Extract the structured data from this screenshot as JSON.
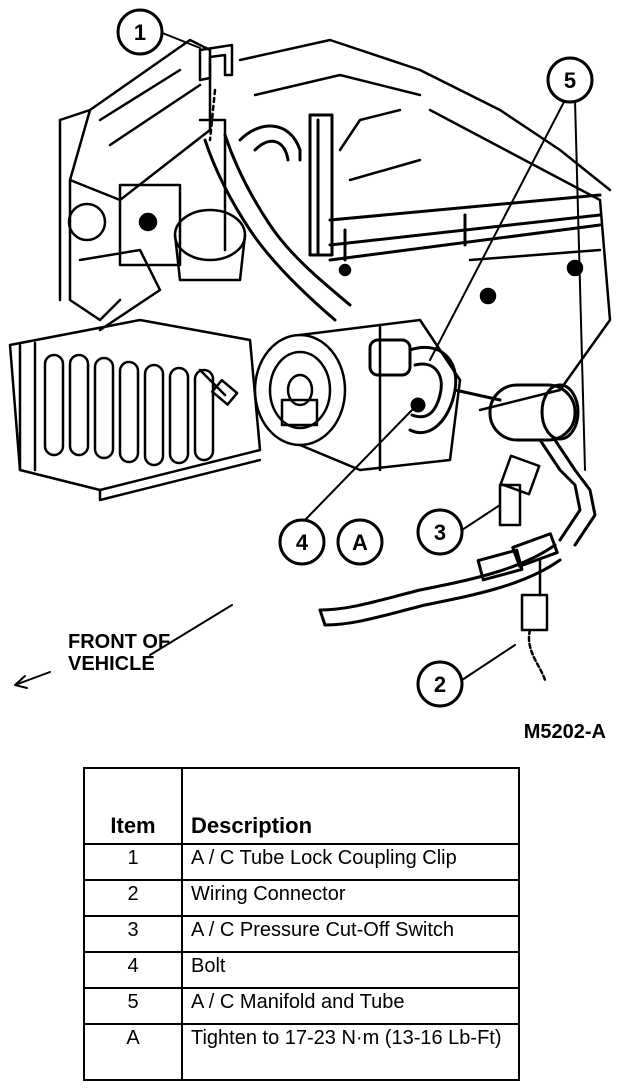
{
  "diagram": {
    "callouts": [
      "1",
      "2",
      "3",
      "4",
      "5",
      "A"
    ],
    "front_label_line1": "FRONT OF",
    "front_label_line2": "VEHICLE",
    "figure_id": "M5202-A"
  },
  "table": {
    "headers": {
      "item": "Item",
      "description": "Description"
    },
    "rows": [
      {
        "item": "1",
        "description": "A / C Tube Lock Coupling Clip"
      },
      {
        "item": "2",
        "description": "Wiring Connector"
      },
      {
        "item": "3",
        "description": "A / C Pressure Cut-Off Switch"
      },
      {
        "item": "4",
        "description": "Bolt"
      },
      {
        "item": "5",
        "description": "A / C Manifold and Tube"
      },
      {
        "item": "A",
        "description": "Tighten to 17-23 N·m (13-16 Lb-Ft)"
      }
    ]
  }
}
